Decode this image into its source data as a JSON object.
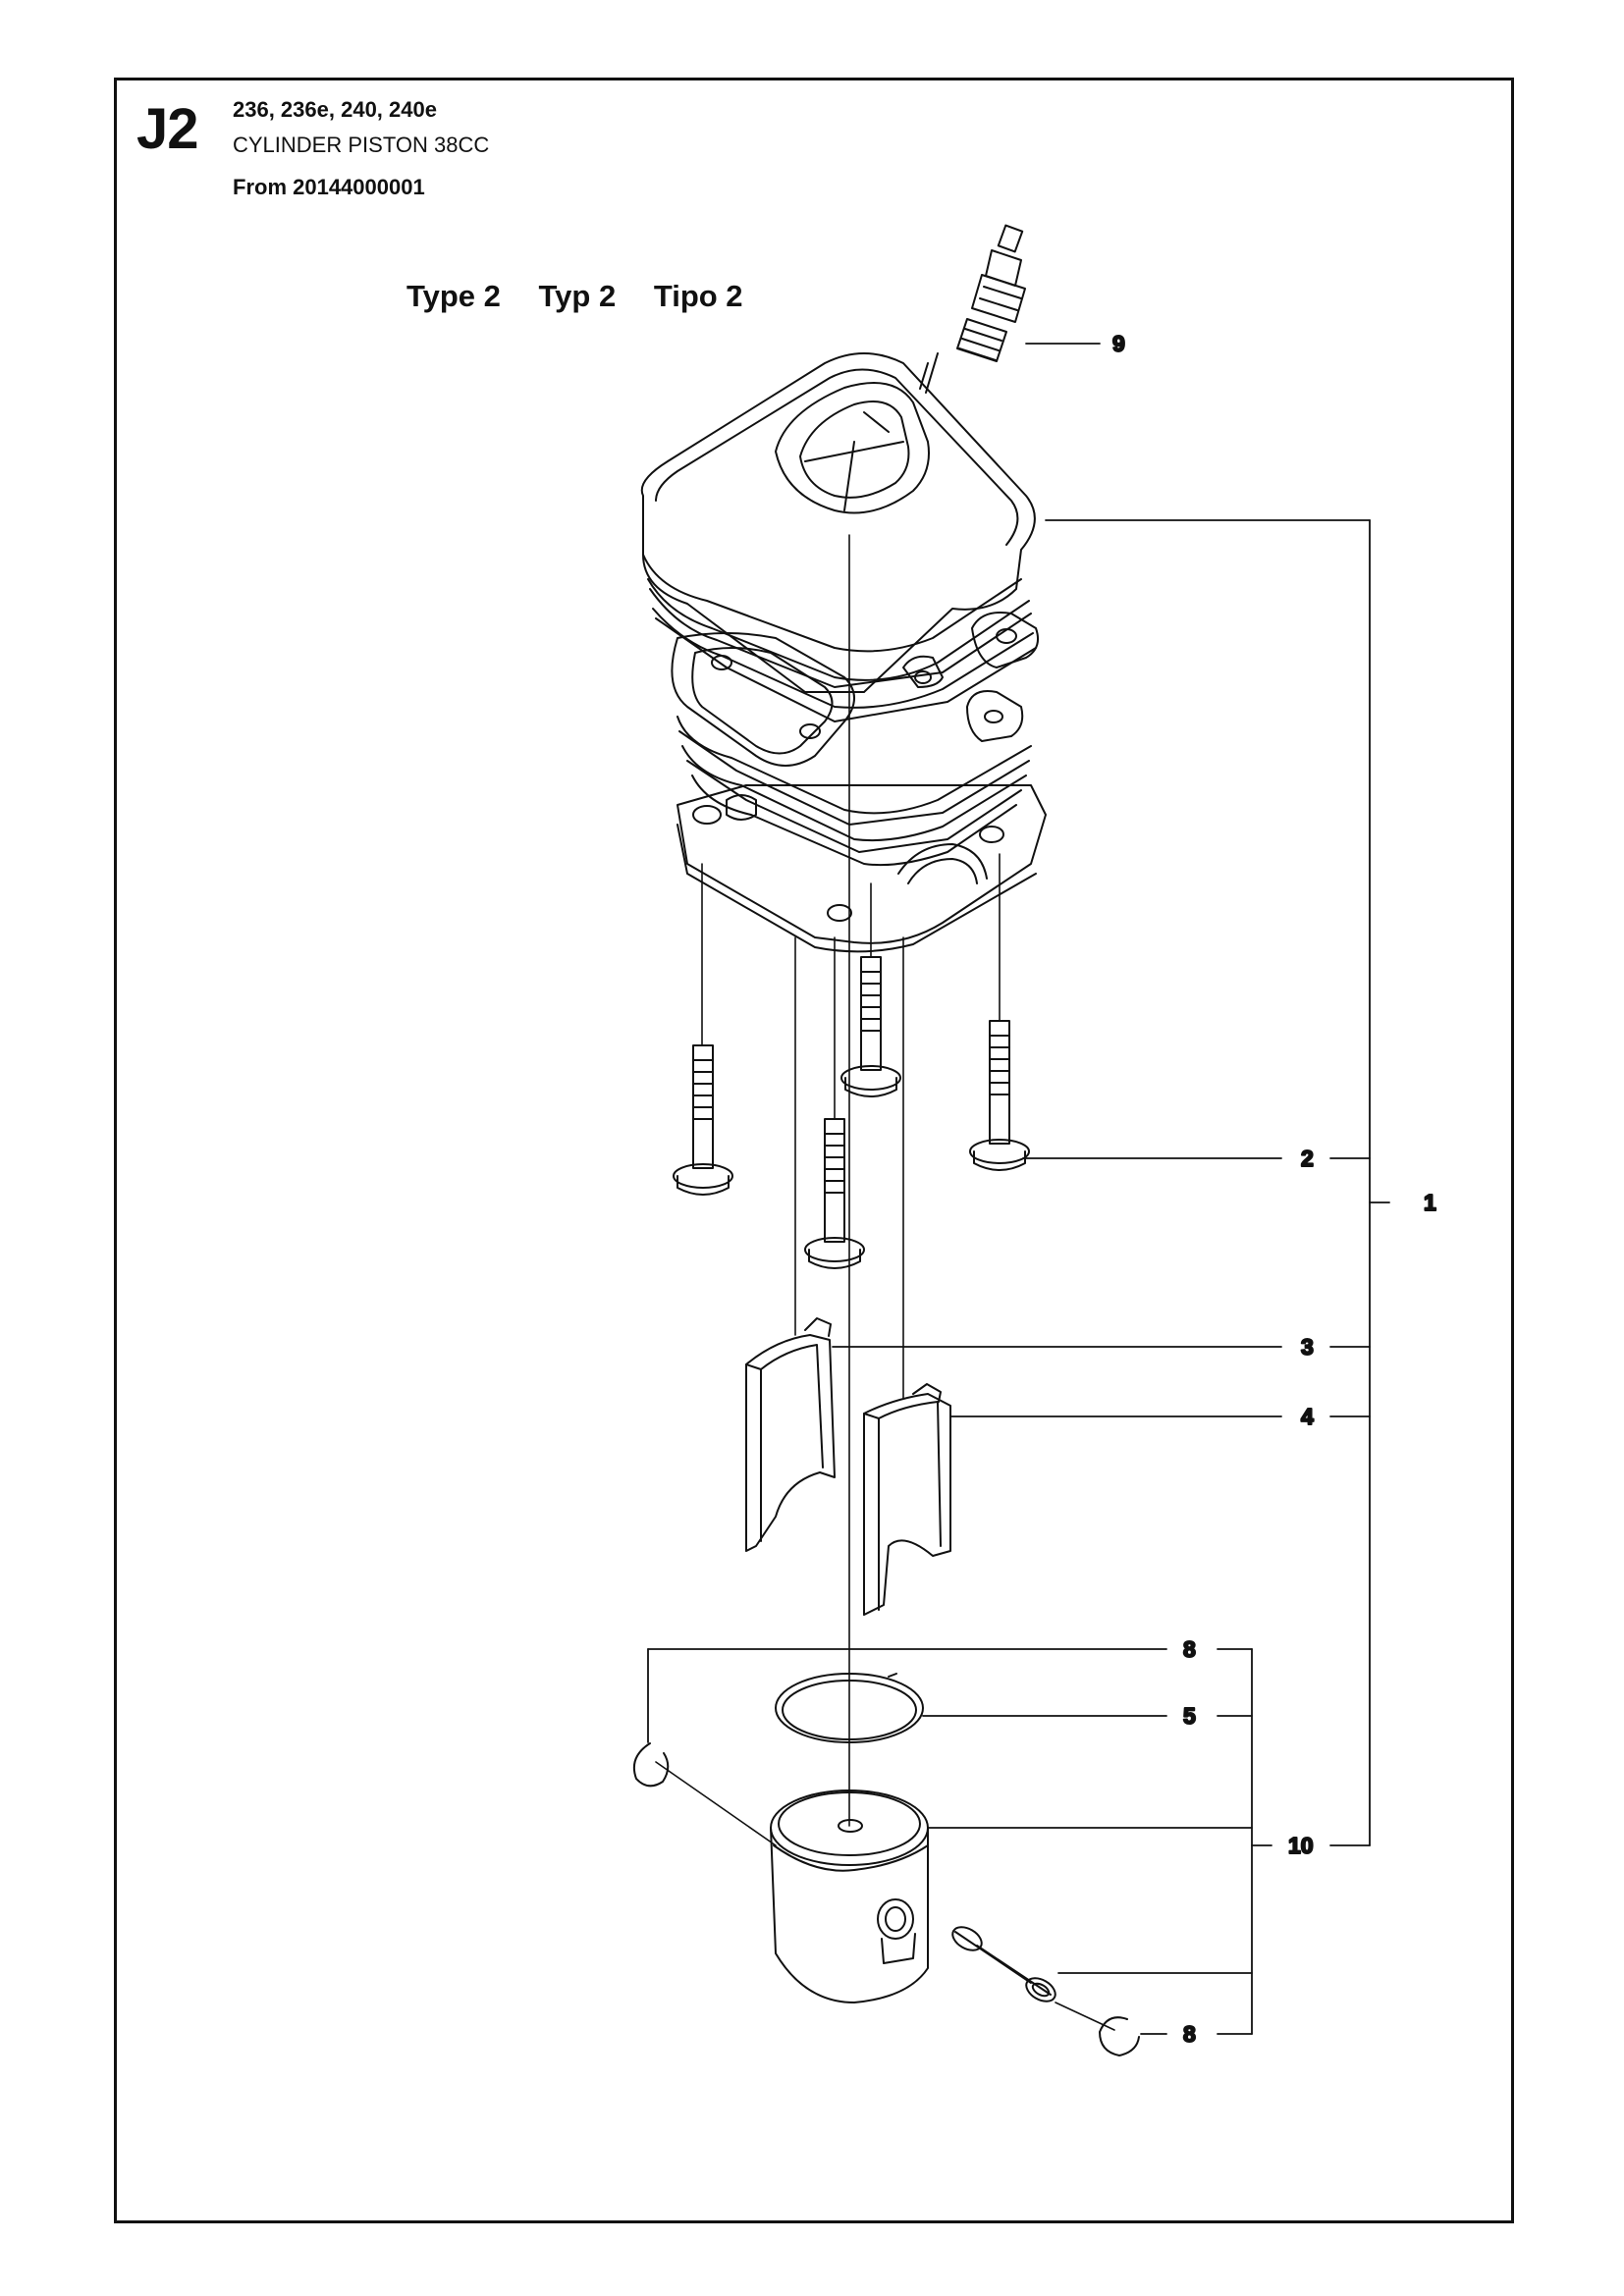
{
  "header": {
    "section_code": "J2",
    "models": "236, 236e, 240, 240e",
    "part_title": "CYLINDER PISTON 38CC",
    "serial_note": "From 20144000001"
  },
  "type_labels": [
    "Type 2",
    "Typ 2",
    "Tipo 2"
  ],
  "callouts": {
    "spark_plug": "9",
    "cylinder_assembly": "1",
    "screw": "2",
    "gasket_a": "3",
    "gasket_b": "4",
    "circlip_top": "8",
    "piston_ring": "5",
    "piston_kit": "10",
    "circlip_bottom": "8"
  },
  "colors": {
    "line": "#111111",
    "background": "#ffffff"
  }
}
